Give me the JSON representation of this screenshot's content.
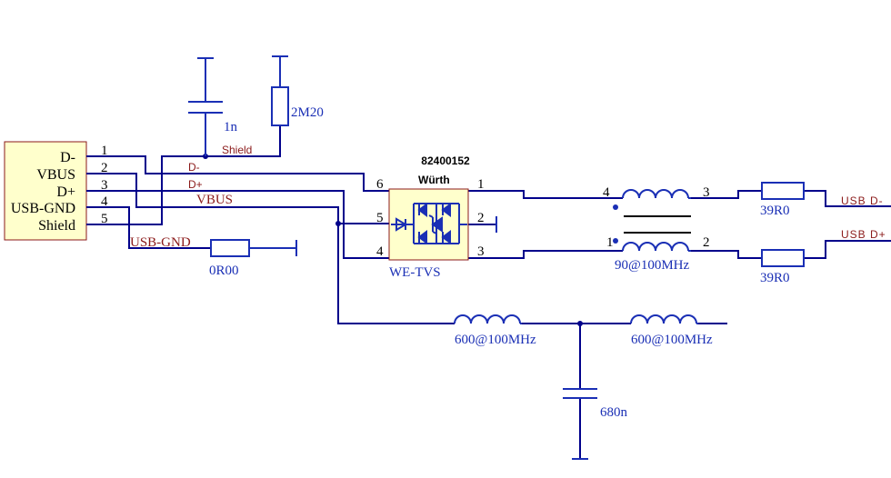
{
  "colors": {
    "wire": "#00008b",
    "component": "#1a2fb5",
    "net_label": "#8b1a1a",
    "connector_fill": "#ffffcc",
    "connector_border": "#8b1a1a"
  },
  "connector": {
    "pins": [
      "D-",
      "VBUS",
      "D+",
      "USB-GND",
      "Shield"
    ],
    "pin_numbers": [
      "1",
      "2",
      "3",
      "4",
      "5"
    ]
  },
  "nets": {
    "shield": "Shield",
    "dminus": "D-",
    "dplus": "D+",
    "vbus": "VBUS",
    "usb_gnd": "USB-GND",
    "usb_dminus": "USB D-",
    "usb_dplus": "USB D+"
  },
  "components": {
    "cap_shield": "1n",
    "res_shield": "2M20",
    "res_gnd": "0R00",
    "tvs_part_number": "82400152",
    "tvs_manufacturer": "Würth",
    "tvs_name": "WE-TVS",
    "tvs_pins": {
      "p6": "6",
      "p5": "5",
      "p4": "4",
      "p1": "1",
      "p2": "2",
      "p3": "3"
    },
    "cmc_pins": {
      "p4": "4",
      "p3": "3",
      "p1": "1",
      "p2": "2"
    },
    "cmc_value": "90@100MHz",
    "res_dminus": "39R0",
    "res_dplus": "39R0",
    "ferrite_left": "600@100MHz",
    "ferrite_right": "600@100MHz",
    "cap_vbus": "680n"
  }
}
